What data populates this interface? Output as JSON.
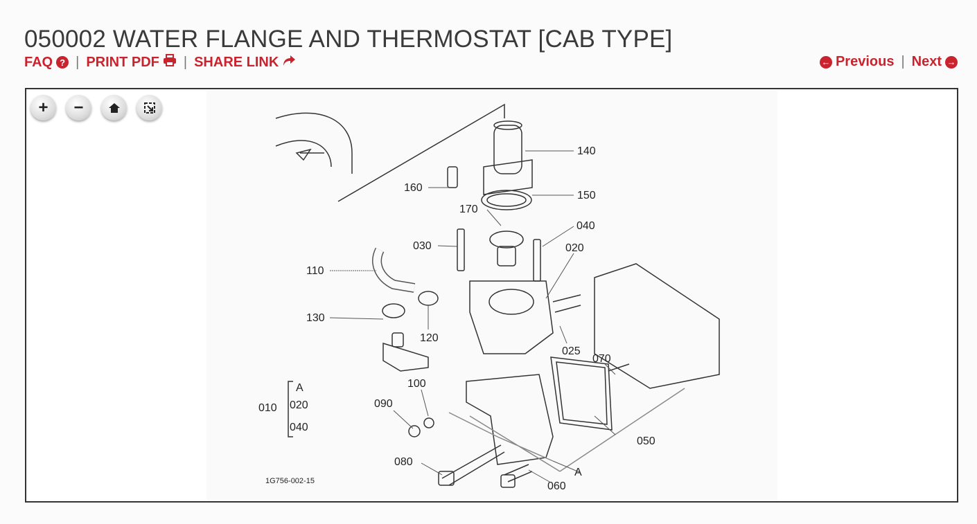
{
  "page_title": "050002 WATER FLANGE AND THERMOSTAT [CAB TYPE]",
  "toolbar": {
    "faq": "FAQ",
    "print_pdf": "PRINT PDF",
    "share_link": "SHARE LINK",
    "separator": "|"
  },
  "nav": {
    "previous": "Previous",
    "next": "Next",
    "separator": "|"
  },
  "viewer": {
    "controls": [
      "zoom-in",
      "zoom-out",
      "home",
      "fullscreen"
    ],
    "diagram_code": "1G756-002-15",
    "labels": [
      "140",
      "150",
      "160",
      "170",
      "040",
      "030",
      "020",
      "110",
      "130",
      "120",
      "025",
      "070",
      "100",
      "090",
      "010",
      "A",
      "020",
      "040",
      "080",
      "060",
      "050",
      "A"
    ]
  },
  "colors": {
    "accent": "#c9232d",
    "text": "#3a3a3a"
  }
}
